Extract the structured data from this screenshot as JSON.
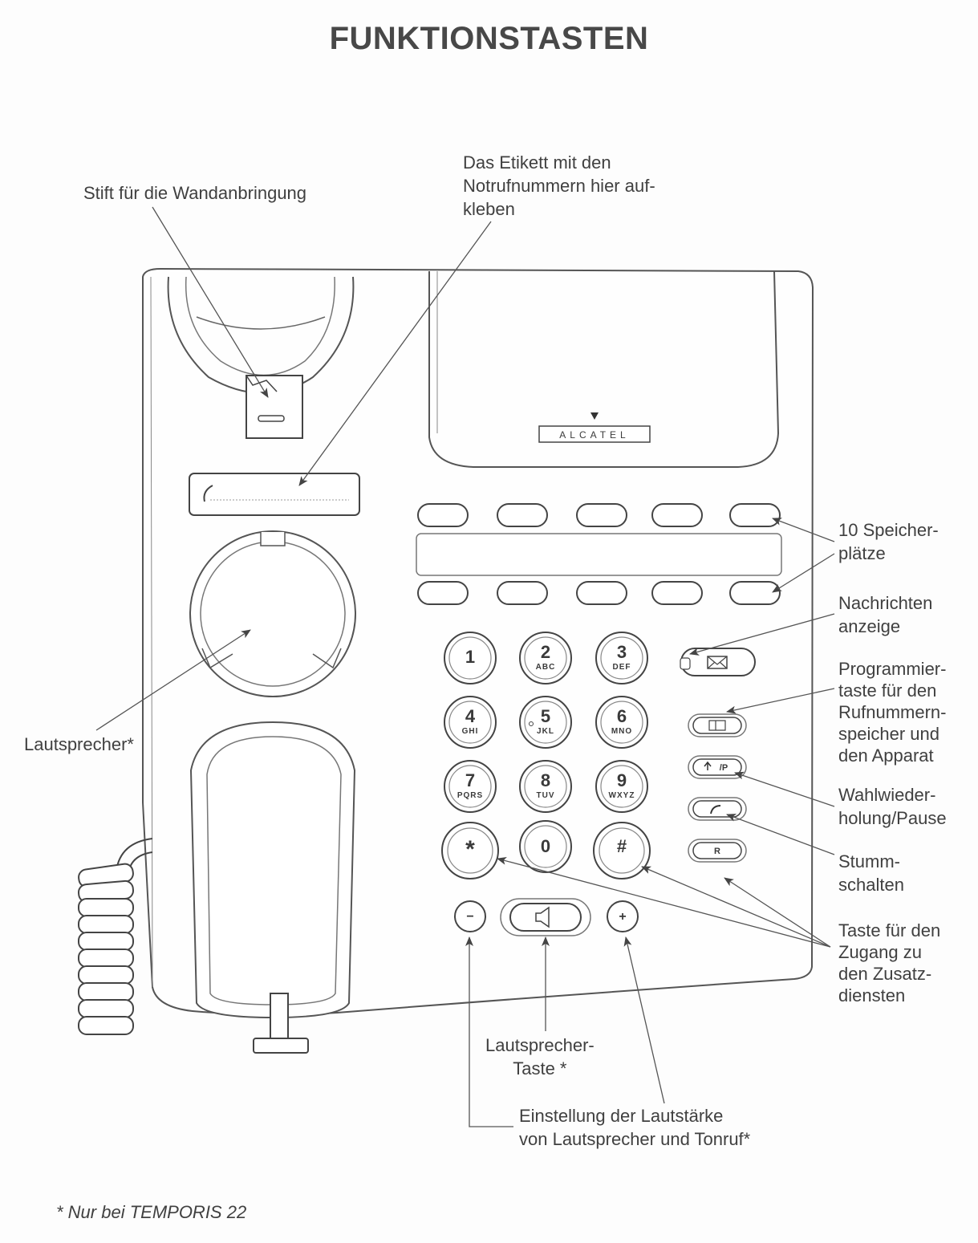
{
  "title": "FUNKTIONSTASTEN",
  "brand": "ALCATEL",
  "labels": {
    "wall_pin": "Stift für die Wandanbringung",
    "label_strip": [
      "Das Etikett mit den",
      "Notrufnummern hier auf-",
      "kleben"
    ],
    "memory": [
      "10 Speicher-",
      "plätze"
    ],
    "message": [
      "Nachrichten",
      "anzeige"
    ],
    "program": [
      "Programmier-",
      "taste für den",
      "Rufnummern-",
      "speicher und",
      "den Apparat"
    ],
    "redial": [
      "Wahlwieder-",
      "holung/Pause"
    ],
    "mute": [
      "Stumm-",
      "schalten"
    ],
    "services": [
      "Taste für den",
      "Zugang zu",
      "den Zusatz-",
      "diensten"
    ],
    "speaker": "Lautsprecher*",
    "speaker_key": [
      "Lautsprecher-",
      "Taste *"
    ],
    "volume": [
      "Einstellung der Lautstärke",
      "von Lautsprecher und Tonruf*"
    ]
  },
  "footnote": "* Nur bei TEMPORIS 22",
  "keypad": [
    {
      "digit": "1",
      "letters": ""
    },
    {
      "digit": "2",
      "letters": "ABC"
    },
    {
      "digit": "3",
      "letters": "DEF"
    },
    {
      "digit": "4",
      "letters": "GHI"
    },
    {
      "digit": "5",
      "letters": "JKL"
    },
    {
      "digit": "6",
      "letters": "MNO"
    },
    {
      "digit": "7",
      "letters": "PQRS"
    },
    {
      "digit": "8",
      "letters": "TUV"
    },
    {
      "digit": "9",
      "letters": "WXYZ"
    },
    {
      "digit": "*",
      "letters": ""
    },
    {
      "digit": "0",
      "letters": ""
    },
    {
      "digit": "#",
      "letters": ""
    }
  ],
  "function_keys": {
    "redial_pause": "/P",
    "recall": "R",
    "minus": "−",
    "plus": "+"
  }
}
